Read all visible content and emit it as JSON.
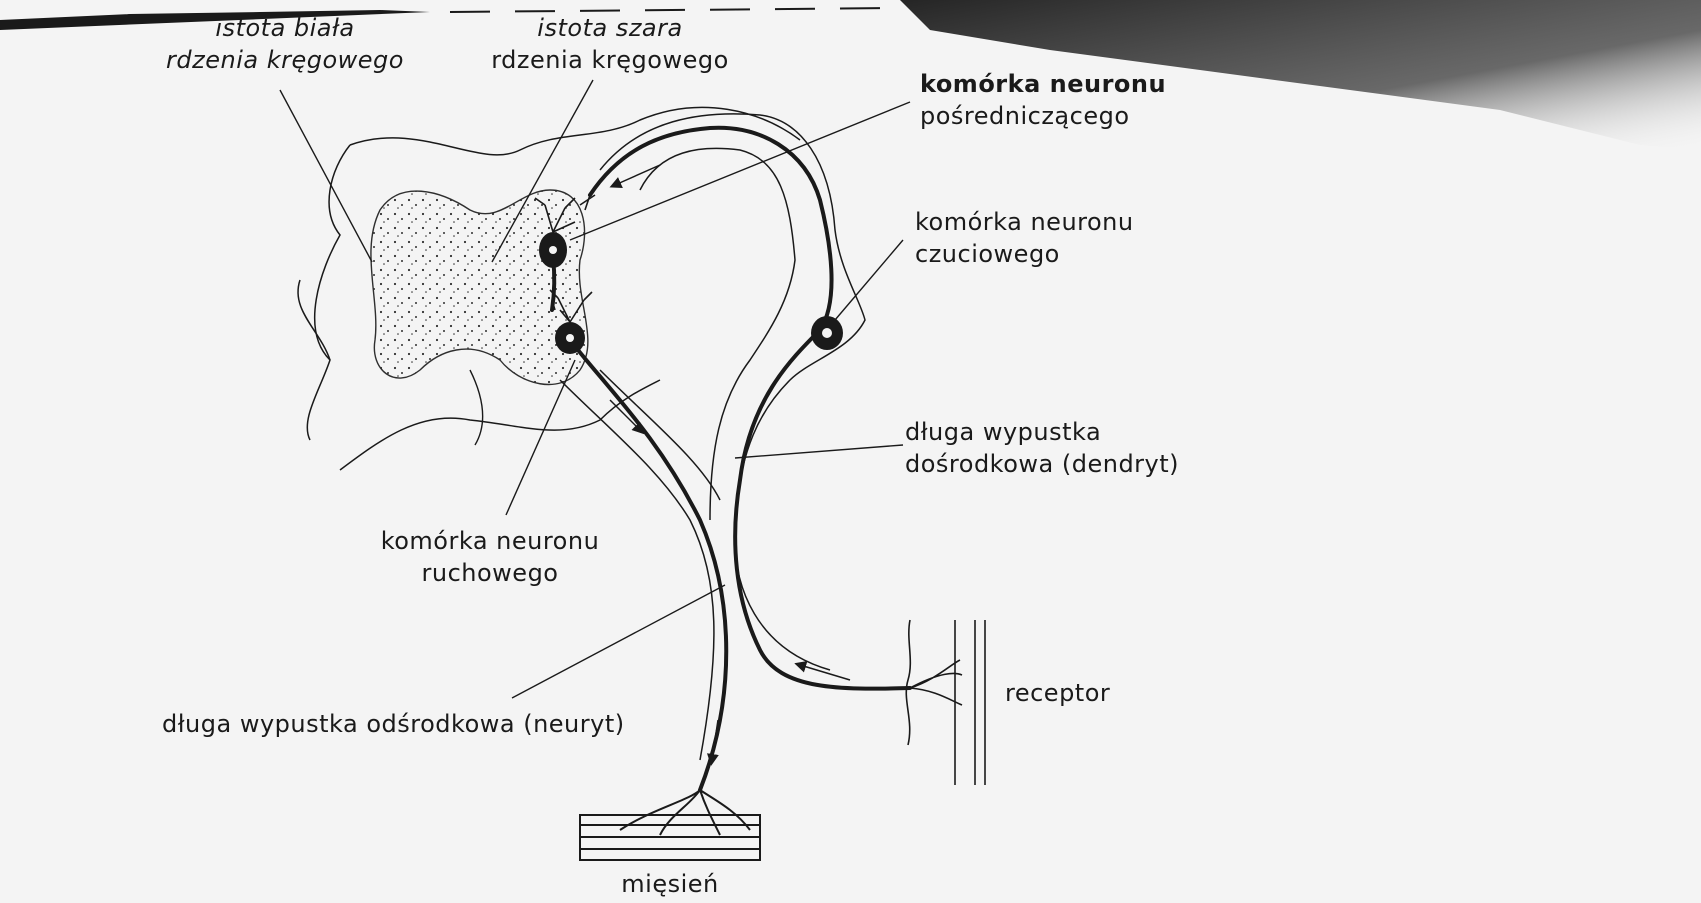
{
  "labels": {
    "white_matter": {
      "line1": "istota biała",
      "line2": "rdzenia kręgowego"
    },
    "gray_matter": {
      "line1": "istota szara",
      "line2": "rdzenia kręgowego"
    },
    "interneuron": {
      "line1": "komórka neuronu",
      "line2": "pośredniczącego"
    },
    "sensory_neuron": {
      "line1": "komórka neuronu",
      "line2": "czuciowego"
    },
    "dendrite": {
      "line1": "długa wypustka",
      "line2": "dośrodkowa (dendryt)"
    },
    "motor_neuron": {
      "line1": "komórka neuronu",
      "line2": "ruchowego"
    },
    "neurite": "długa wypustka odśrodkowa (neuryt)",
    "receptor": "receptor",
    "muscle": "mięsień"
  },
  "colors": {
    "ink": "#1a1a1a",
    "paper": "#f4f4f4",
    "scan_shadow": "#2a2a2a"
  }
}
